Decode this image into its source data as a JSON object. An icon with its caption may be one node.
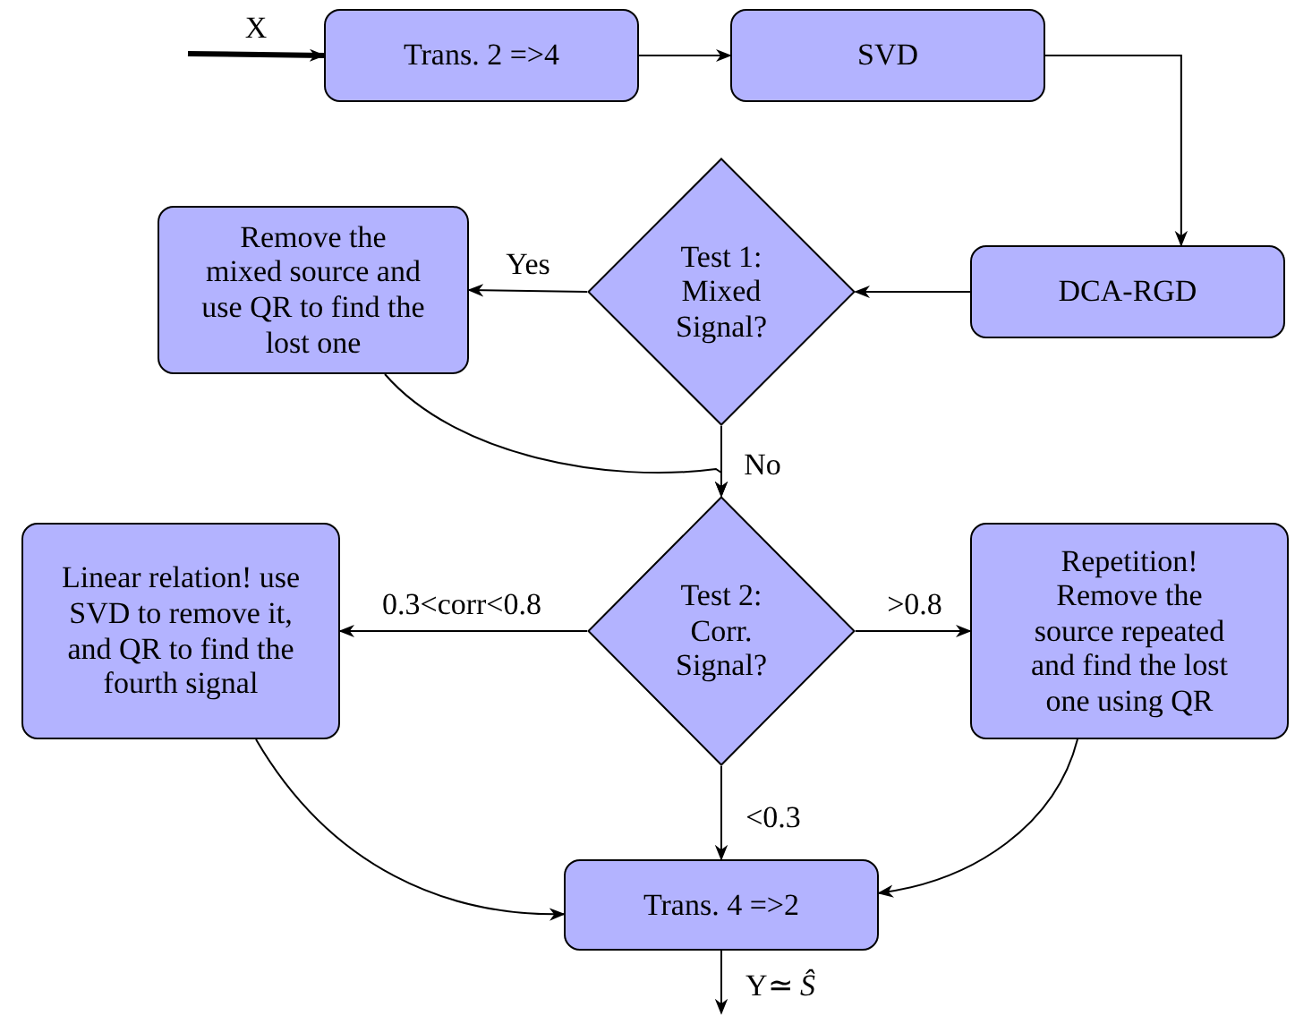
{
  "diagram": {
    "nodes": [
      {
        "text": [
          "Trans. 2 =>4"
        ]
      },
      {
        "text": [
          "SVD"
        ]
      },
      {
        "text": [
          "DCA-RGD"
        ]
      },
      {
        "text": [
          "Test 1: Mixed Signal?"
        ]
      },
      {
        "text": [
          "Remove the mixed source and use QR to find the lost one"
        ]
      },
      {
        "text": [
          "Test 2: Corr. Signal?"
        ]
      },
      {
        "text": [
          "Linear relation! use SVD to remove it, and QR to find the fourth signal"
        ]
      },
      {
        "text": [
          "Repetition! Remove the source repeated and find the lost one using QR"
        ]
      },
      {
        "text": [
          "Trans. 4 =>2"
        ]
      }
    ],
    "edges": [
      {
        "from": null,
        "to": 0,
        "arrow": "to",
        "label": "X",
        "style": "thick"
      },
      {
        "from": 0,
        "to": 1,
        "arrow": "to"
      },
      {
        "from": 1,
        "to": 2,
        "arrow": "to"
      },
      {
        "from": 2,
        "to": 3,
        "arrow": "to"
      },
      {
        "from": 3,
        "to": 4,
        "arrow": "to",
        "label": "Yes"
      },
      {
        "from": 4,
        "to": 5,
        "arrow": "to"
      },
      {
        "from": 3,
        "to": 5,
        "arrow": "to",
        "label": "No"
      },
      {
        "from": 5,
        "to": 6,
        "arrow": "to",
        "label": "0.3<corr<0.8"
      },
      {
        "from": 5,
        "to": 7,
        "arrow": "to",
        "label": ">0.8"
      },
      {
        "from": 5,
        "to": 8,
        "arrow": "to",
        "label": "<0.3"
      },
      {
        "from": 6,
        "to": 8,
        "arrow": "to"
      },
      {
        "from": 7,
        "to": 8,
        "arrow": "to"
      },
      {
        "from": 8,
        "to": null,
        "arrow": "to",
        "label": "Y≃ *Ŝ*"
      }
    ]
  }
}
